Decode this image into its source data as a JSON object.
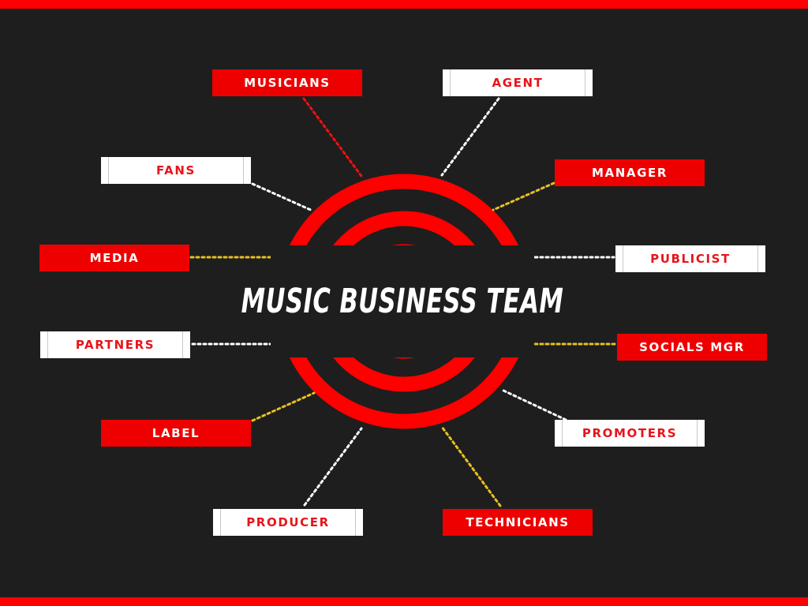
{
  "title": "MUSIC BUSINESS TEAM",
  "colors": {
    "red": "#ee0000",
    "white": "#ffffff",
    "yellow": "#e8c020",
    "background": "#1e1e1e"
  },
  "nodes": {
    "musicians": "MUSICIANS",
    "agent": "AGENT",
    "fans": "FANS",
    "manager": "MANAGER",
    "media": "MEDIA",
    "publicist": "PUBLICIST",
    "partners": "PARTNERS",
    "socials_mgr": "SOCIALS MGR",
    "label": "LABEL",
    "promoters": "PROMOTERS",
    "producer": "PRODUCER",
    "technicians": "TECHNICIANS"
  }
}
